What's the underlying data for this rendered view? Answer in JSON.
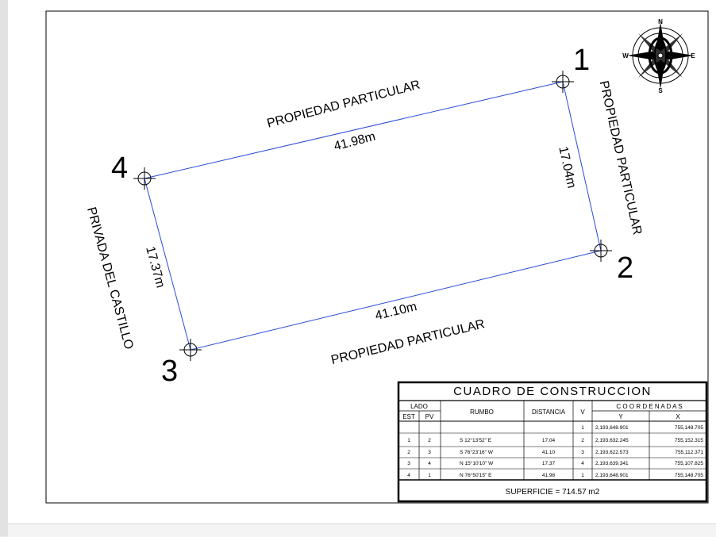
{
  "vertices": [
    {
      "num": "1"
    },
    {
      "num": "2"
    },
    {
      "num": "3"
    },
    {
      "num": "4"
    }
  ],
  "sides": {
    "top_distance": "41.98m",
    "right_distance": "17.04m",
    "bottom_distance": "41.10m",
    "left_distance": "17.37m"
  },
  "boundaries": {
    "top": "PROPIEDAD PARTICULAR",
    "right": "PROPIEDAD PARTICULAR",
    "bottom": "PROPIEDAD PARTICULAR",
    "left": "PRIVADA DEL CASTILLO"
  },
  "compass": {
    "n": "N",
    "s": "S",
    "e": "E",
    "w": "W",
    "icon": "compass-rose-icon"
  },
  "table": {
    "title": "CUADRO DE CONSTRUCCION",
    "h_lado": "LADO",
    "h_est": "EST",
    "h_pv": "PV",
    "h_rumbo": "RUMBO",
    "h_distancia": "DISTANCIA",
    "h_v": "V",
    "h_coordenadas": "C O O R D E N A D A S",
    "h_y": "Y",
    "h_x": "X",
    "first_row": {
      "v": "1",
      "y": "2,193,648.901",
      "x": "755,148.705"
    },
    "rows": [
      {
        "est": "1",
        "pv": "2",
        "rumbo": "S 12°13'52\" E",
        "distancia": "17.04",
        "v": "2",
        "y": "2,193,632.245",
        "x": "755,152.315"
      },
      {
        "est": "2",
        "pv": "3",
        "rumbo": "S 76°23'16\" W",
        "distancia": "41.10",
        "v": "3",
        "y": "2,193,622.573",
        "x": "755,112.371"
      },
      {
        "est": "3",
        "pv": "4",
        "rumbo": "N 15°10'10\" W",
        "distancia": "17.37",
        "v": "4",
        "y": "2,193,639.341",
        "x": "755,107.825"
      },
      {
        "est": "4",
        "pv": "1",
        "rumbo": "N 76°50'15\" E",
        "distancia": "41.98",
        "v": "1",
        "y": "2,193,648.901",
        "x": "755,148.705"
      }
    ],
    "superficie": "SUPERFICIE = 714.57 m2"
  }
}
